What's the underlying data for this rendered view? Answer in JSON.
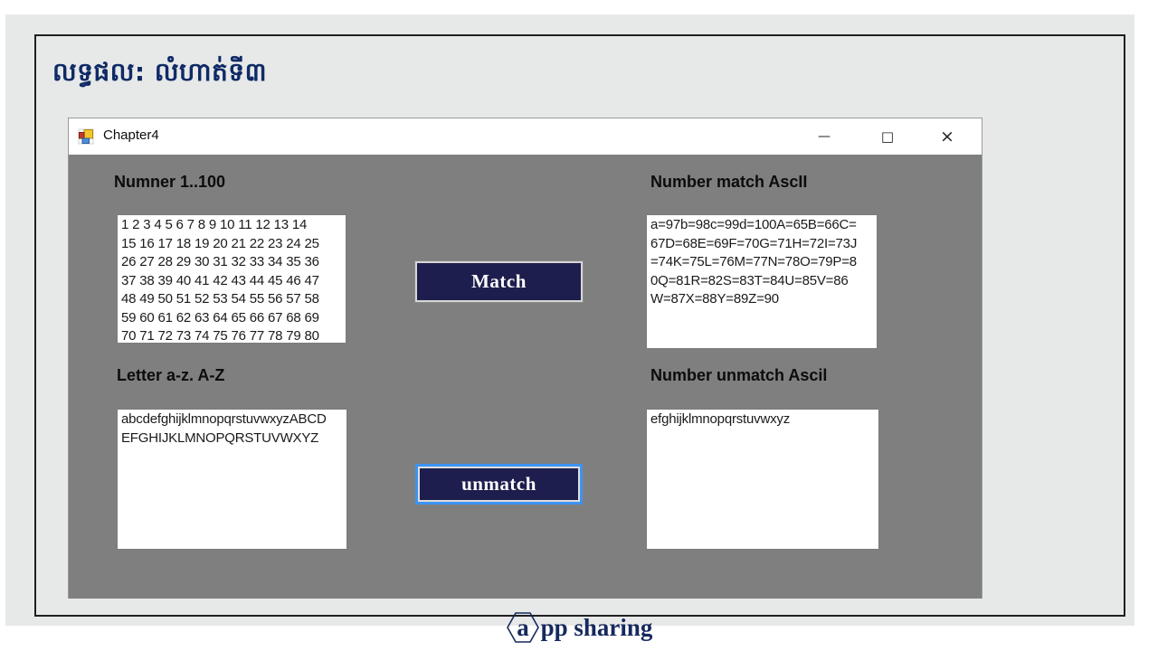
{
  "colors": {
    "accent_navy": "#1e1e4e",
    "focus_blue": "#3f93f2",
    "client_gray": "#7f7f7f",
    "page_gray": "#e7e9e8",
    "heading_navy": "#0f2a66"
  },
  "page": {
    "heading": "លទ្ធផល: លំហាត់ទី៣",
    "footer": {
      "logo_letter": "a",
      "logo_text": "pp sharing"
    }
  },
  "window": {
    "title": "Chapter4",
    "controls": {
      "minimize": "—",
      "maximize": "□",
      "close": "×"
    },
    "form": {
      "numbers": {
        "label": "Numner 1..100",
        "lines": [
          "1 2 3 4 5 6 7 8 9 10 11 12 13 14",
          "15 16 17 18 19 20 21 22 23 24 25",
          "26 27 28 29 30 31 32 33 34 35 36",
          "37 38 39 40 41 42 43 44 45 46 47",
          "48 49 50 51 52 53 54 55 56 57 58",
          "59 60 61 62 63 64 65 66 67 68 69",
          "70 71 72 73 74 75 76 77 78 79 80"
        ]
      },
      "ascii_match": {
        "label": "Number match AscII",
        "lines": [
          "a=97b=98c=99d=100A=65B=66C=",
          "67D=68E=69F=70G=71H=72I=73J",
          "=74K=75L=76M=77N=78O=79P=8",
          "0Q=81R=82S=83T=84U=85V=86",
          "W=87X=88Y=89Z=90"
        ]
      },
      "letters": {
        "label": "Letter a-z. A-Z",
        "lines": [
          "abcdefghijklmnopqrstuvwxyzABCD",
          "EFGHIJKLMNOPQRSTUVWXYZ"
        ]
      },
      "ascii_unmatch": {
        "label": "Number unmatch Ascil",
        "lines": [
          "efghijklmnopqrstuvwxyz"
        ]
      },
      "match_button": "Match",
      "unmatch_button": "unmatch"
    }
  }
}
